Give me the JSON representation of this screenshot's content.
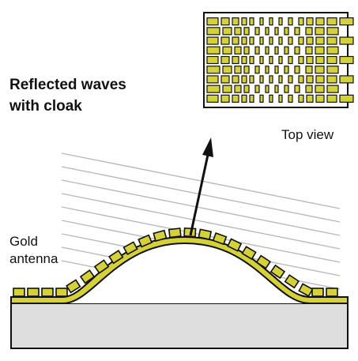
{
  "labels": {
    "reflected_line1": "Reflected waves",
    "reflected_line2": "with cloak",
    "top_view": "Top view",
    "gold_line1": "Gold",
    "gold_line2": "antenna"
  },
  "colors": {
    "gold_fill": "#d4d13a",
    "outline": "#111111",
    "wave_lines": "#b9b9b9",
    "substrate": "#dedede",
    "background": "#ffffff"
  },
  "icons": [
    "arrow-up-icon"
  ]
}
